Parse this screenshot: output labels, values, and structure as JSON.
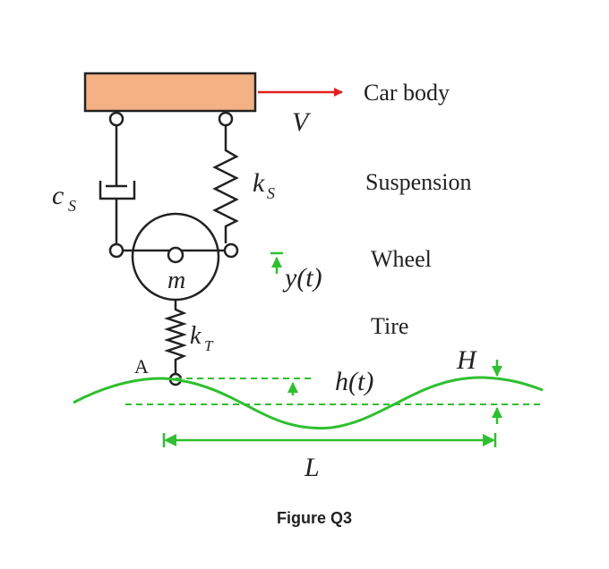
{
  "labels": {
    "car_body": "Car body",
    "suspension": "Suspension",
    "wheel": "Wheel",
    "tire": "Tire",
    "point_a": "A",
    "velocity": "V",
    "damper": "c",
    "damper_sub": "S",
    "spring_s": "k",
    "spring_s_sub": "S",
    "mass": "m",
    "spring_t": "k",
    "spring_t_sub": "T",
    "displacement": "y(t)",
    "road_profile": "h(t)",
    "amplitude": "H",
    "wavelength": "L"
  },
  "caption": "Figure Q3",
  "colors": {
    "car_body_fill": "#f4b183",
    "velocity_arrow": "#e02020",
    "road": "#2fbf2f",
    "line": "#222222"
  }
}
